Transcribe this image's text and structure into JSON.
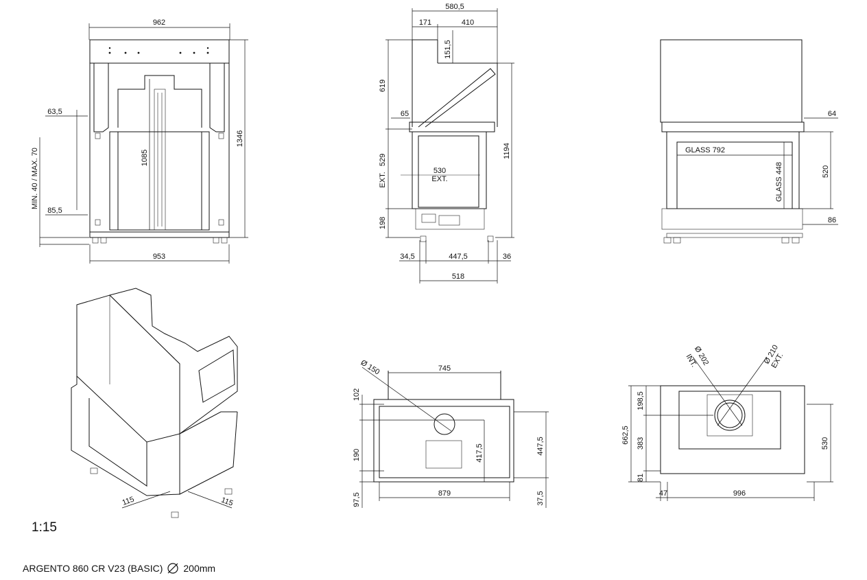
{
  "drawing": {
    "scale": "1:15",
    "title": "ARGENTO 860 CR V23 (BASIC)",
    "diameter_icon": "diameter-symbol-icon",
    "diameter_value": "200mm"
  },
  "front_view": {
    "width_top": "962",
    "width_bottom": "953",
    "height_total": "1346",
    "inner_height": "1085",
    "side_top": "63,5",
    "side_bottom": "85,5",
    "feet_range": "MIN. 40 / MAX. 70"
  },
  "side_view": {
    "depth_total": "580,5",
    "depth_front": "171",
    "depth_back": "410",
    "top_offset": "151,5",
    "upper_height": "619",
    "lip": "65",
    "ext_label": "EXT.",
    "glass_height": "529",
    "base_height": "198",
    "total_height": "1194",
    "opening_width": "530",
    "opening_ext": "EXT.",
    "foot_left": "34,5",
    "foot_span": "447,5",
    "foot_right": "36",
    "base_depth": "518"
  },
  "right_view": {
    "top_step": "64",
    "glass_width": "GLASS 792",
    "glass_height": "GLASS 448",
    "opening_height": "520",
    "base_height": "86"
  },
  "bottom_view": {
    "duct_diameter": "Ø 150",
    "width_top": "745",
    "left_upper": "102",
    "left_mid": "190",
    "left_low": "97,5",
    "inner_depth": "417,5",
    "total_depth": "447,5",
    "width_bottom": "879",
    "right_low": "37,5"
  },
  "top_view": {
    "diam_inner": "Ø 202",
    "diam_inner_label": "INT.",
    "diam_outer": "Ø 210",
    "diam_outer_label": "EXT.",
    "depth_top": "198,5",
    "depth_total": "662,5",
    "depth_mid": "383",
    "depth_low": "81",
    "right_height": "530",
    "offset_left": "47",
    "width_total": "996"
  },
  "iso_view": {
    "leg_left": "115",
    "leg_right": "115"
  }
}
